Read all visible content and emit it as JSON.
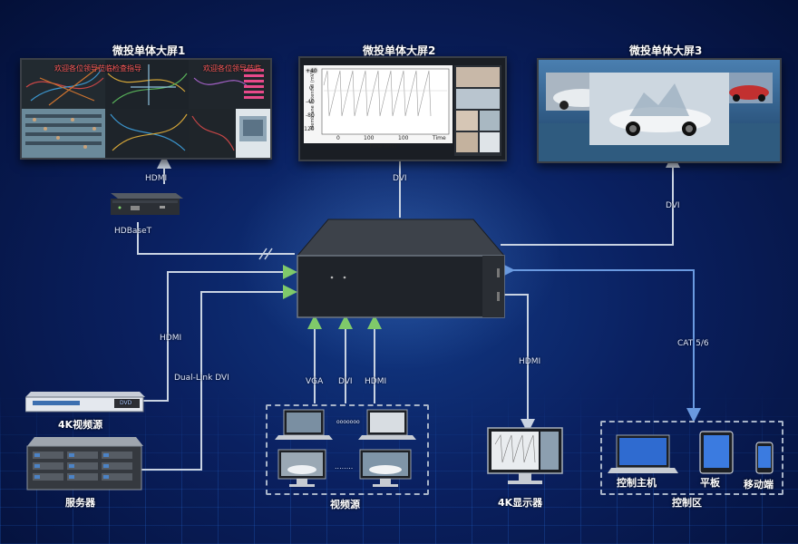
{
  "screens": {
    "screen1_title": "微投单体大屏1",
    "screen2_title": "微投单体大屏2",
    "screen3_title": "微投单体大屏3",
    "screen1_banner_a": "欢迎各位领导莅临检查指导",
    "screen1_banner_b": "欢迎各位领导莅临",
    "chart_ylabel": "Membrane Potential (mV)",
    "chart_xlabel": "Time (ms)",
    "chart_xunit": "Time",
    "chart_yticks": [
      "+40",
      "0",
      "-40",
      "-80",
      "-120"
    ],
    "chart_xticks": [
      "0",
      "100",
      "100",
      "Time"
    ]
  },
  "connections": {
    "hdmi_top": "HDMI",
    "dvi_top": "DVI",
    "dvi_right": "DVI",
    "hdbaset": "HDBaseT",
    "hdmi_left": "HDMI",
    "dual_link_dvi": "Dual-Link DVI",
    "vga": "VGA",
    "dvi_bottom": "DVI",
    "hdmi_bottom": "HDMI",
    "hdmi_monitor": "HDMI",
    "cat": "CAT 5/6"
  },
  "devices": {
    "source_4k": "4K视频源",
    "server": "服务器",
    "video_sources": "视频源",
    "monitor_4k": "4K显示器",
    "control_zone": "控制区",
    "control_host": "控制主机",
    "tablet": "平板",
    "mobile": "移动端",
    "video_dots": "ooooooo",
    "video_dots2": "........",
    "dvd_badge": "DVD"
  },
  "colors": {
    "background": "#0a2060",
    "wire": "#9fb0c8",
    "green_arrow": "#7fc96a",
    "blue_arrow": "#6a9ae0",
    "text": "#ffffff"
  }
}
